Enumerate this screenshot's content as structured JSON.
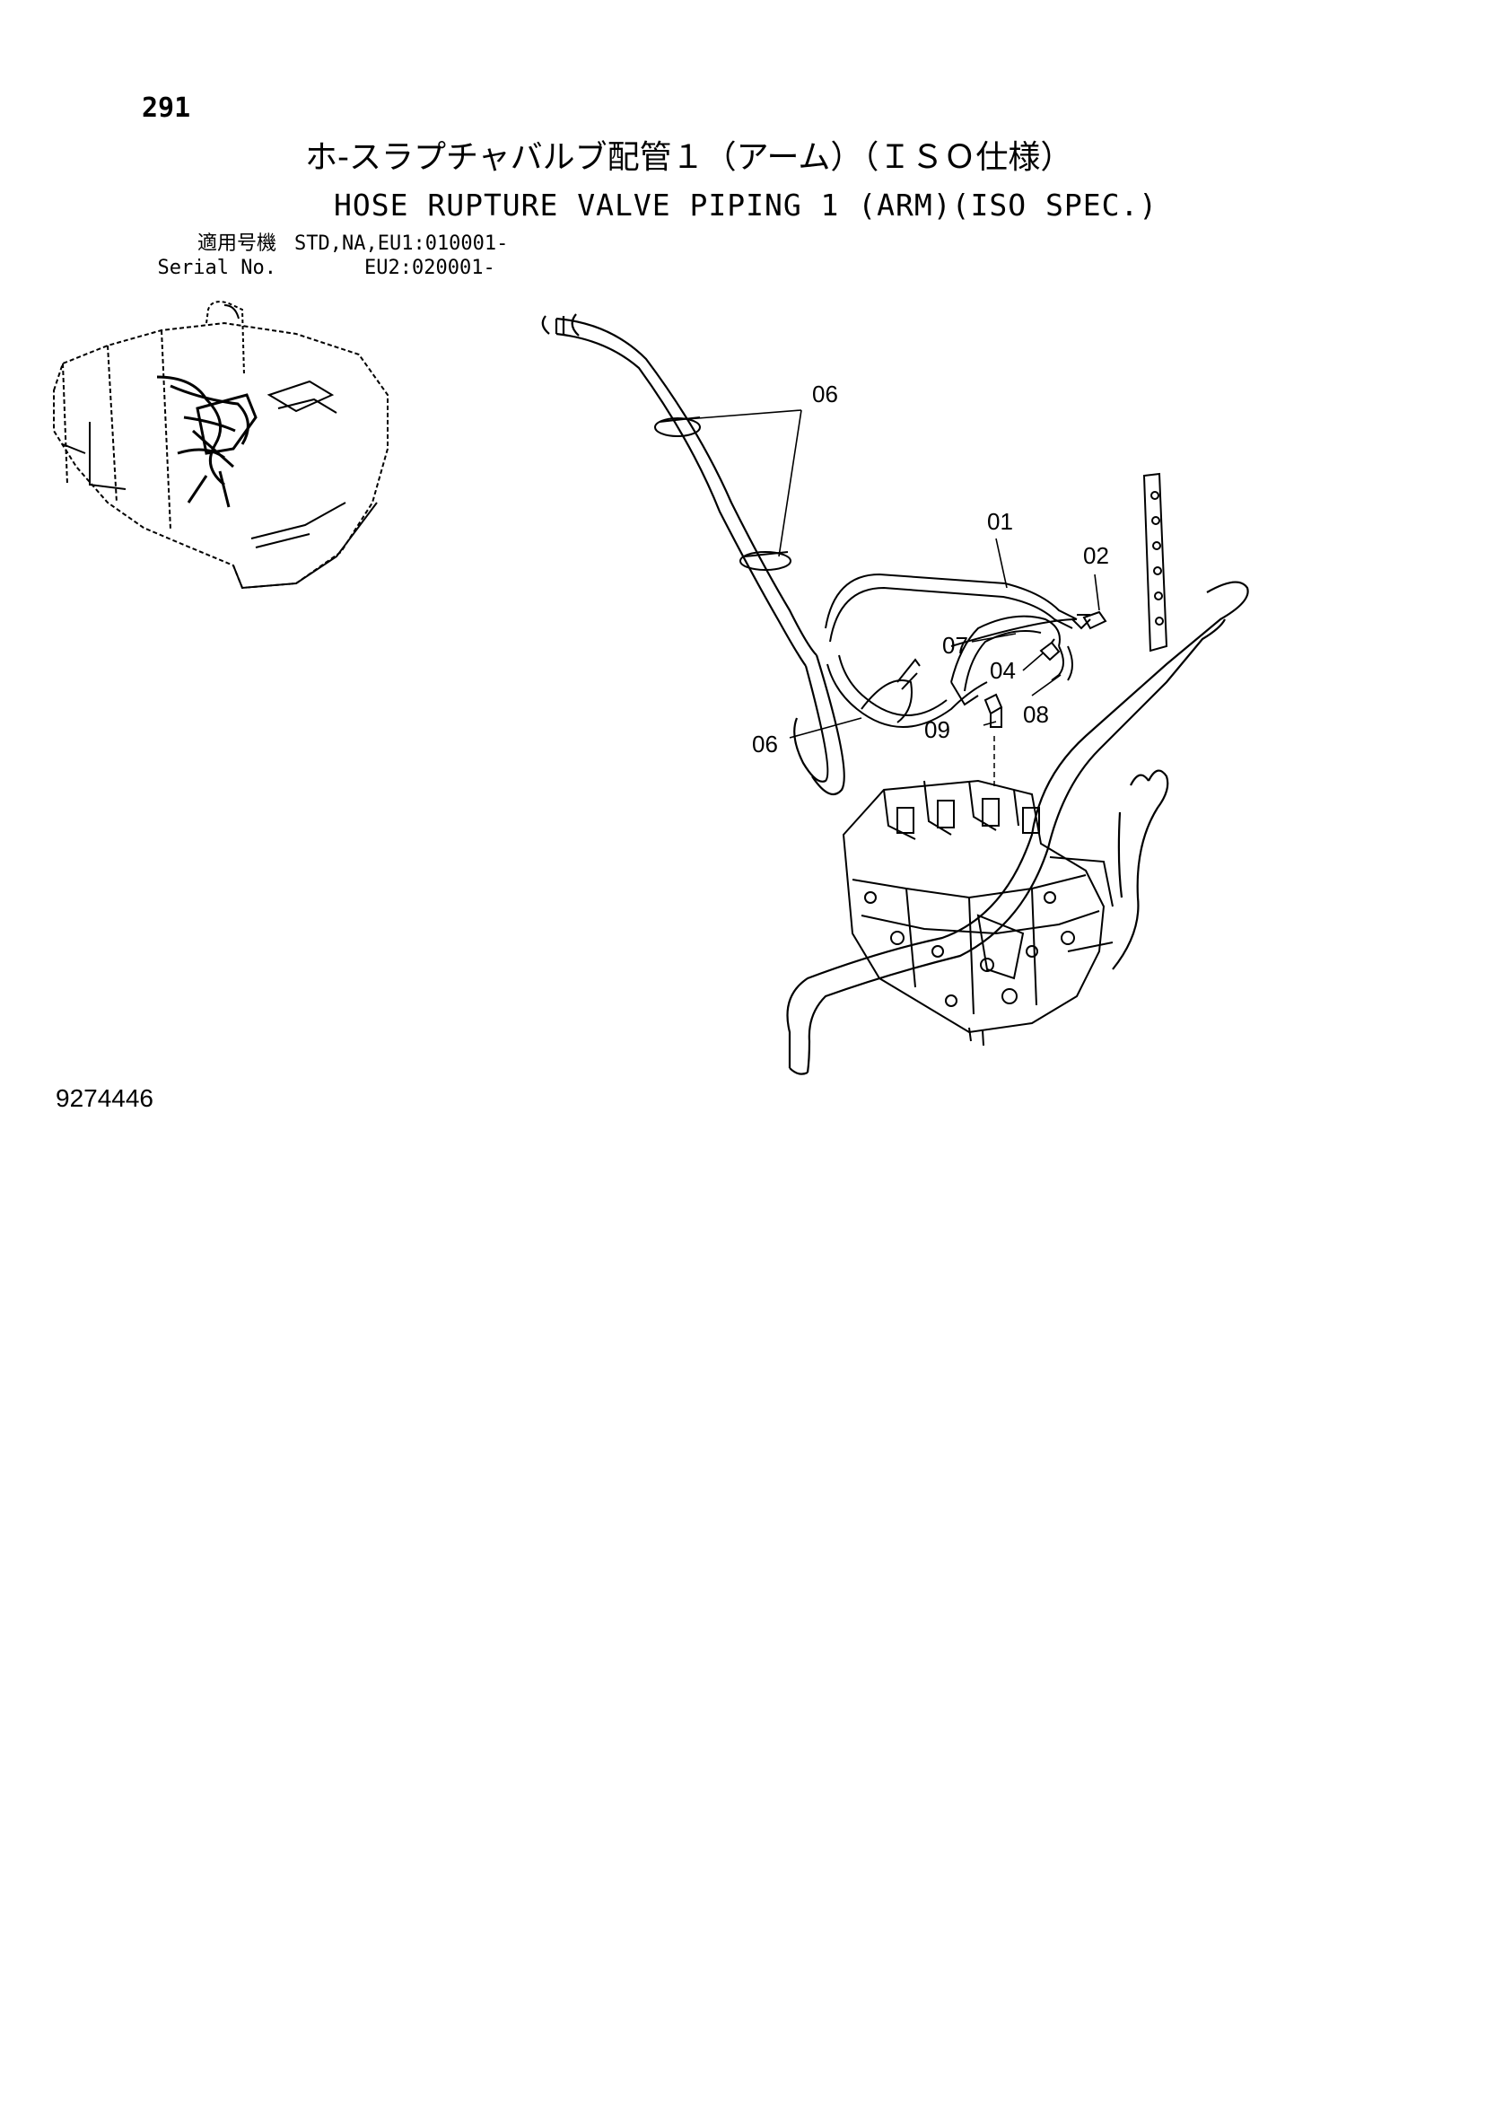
{
  "page_number": "291",
  "title_jp": "ホ-スラプチャバルブ配管１（アーム）（ＩＳＯ仕様）",
  "title_en": "HOSE RUPTURE VALVE PIPING 1 (ARM)(ISO SPEC.)",
  "serial": {
    "label_jp": "適用号機",
    "label_en": "Serial No.",
    "line1": "STD,NA,EU1:010001-",
    "line2": "EU2:020001-"
  },
  "drawing_number": "9274446",
  "callouts": [
    "06",
    "01",
    "02",
    "07",
    "04",
    "08",
    "09",
    "06"
  ]
}
